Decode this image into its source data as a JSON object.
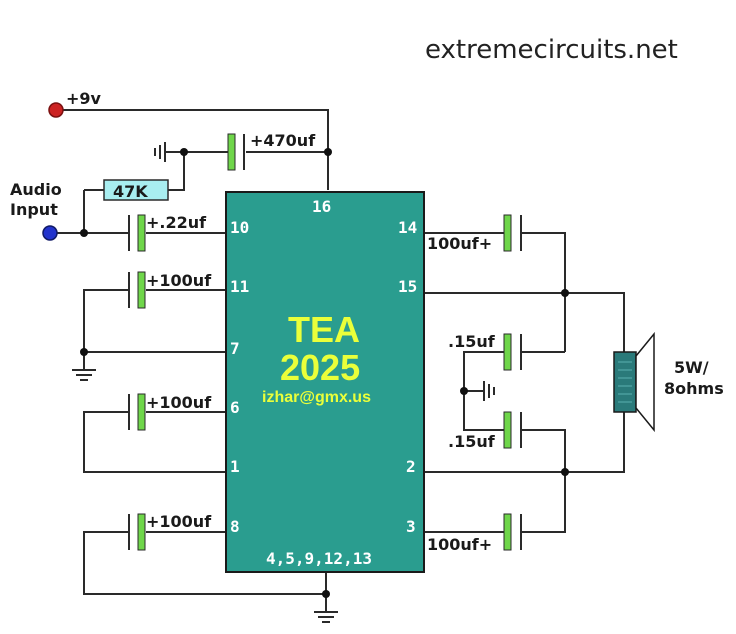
{
  "site": "extremecircuits.net",
  "supply_label": "+9v",
  "input_label": [
    "Audio",
    "Input"
  ],
  "resistor_label": "47K",
  "chip": {
    "title_line1": "TEA",
    "title_line2": "2025",
    "email": "izhar@gmx.us",
    "pins": {
      "p16": "16",
      "p14": "14",
      "p10": "10",
      "p11": "11",
      "p15": "15",
      "p7": "7",
      "p6": "6",
      "p1": "1",
      "p2": "2",
      "p8": "8",
      "p3": "3",
      "bottom": "4,5,9,12,13"
    }
  },
  "caps": {
    "c470": "+470uf",
    "c22": "+.22uf",
    "c100_11": "+100uf",
    "c100_6": "+100uf",
    "c100_8": "+100uf",
    "c100_14": "100uf+",
    "c100_3": "100uf+",
    "c15_top": ".15uf",
    "c15_bot": ".15uf"
  },
  "speaker_label": [
    "5W/",
    "8ohms"
  ],
  "colors": {
    "chip": "#2a9d8f",
    "cap": "#6fd64a",
    "resistor": "#a8eef0",
    "supply_dot": "#cc2222",
    "input_dot": "#2233cc",
    "speaker": "#2a7a7a"
  }
}
